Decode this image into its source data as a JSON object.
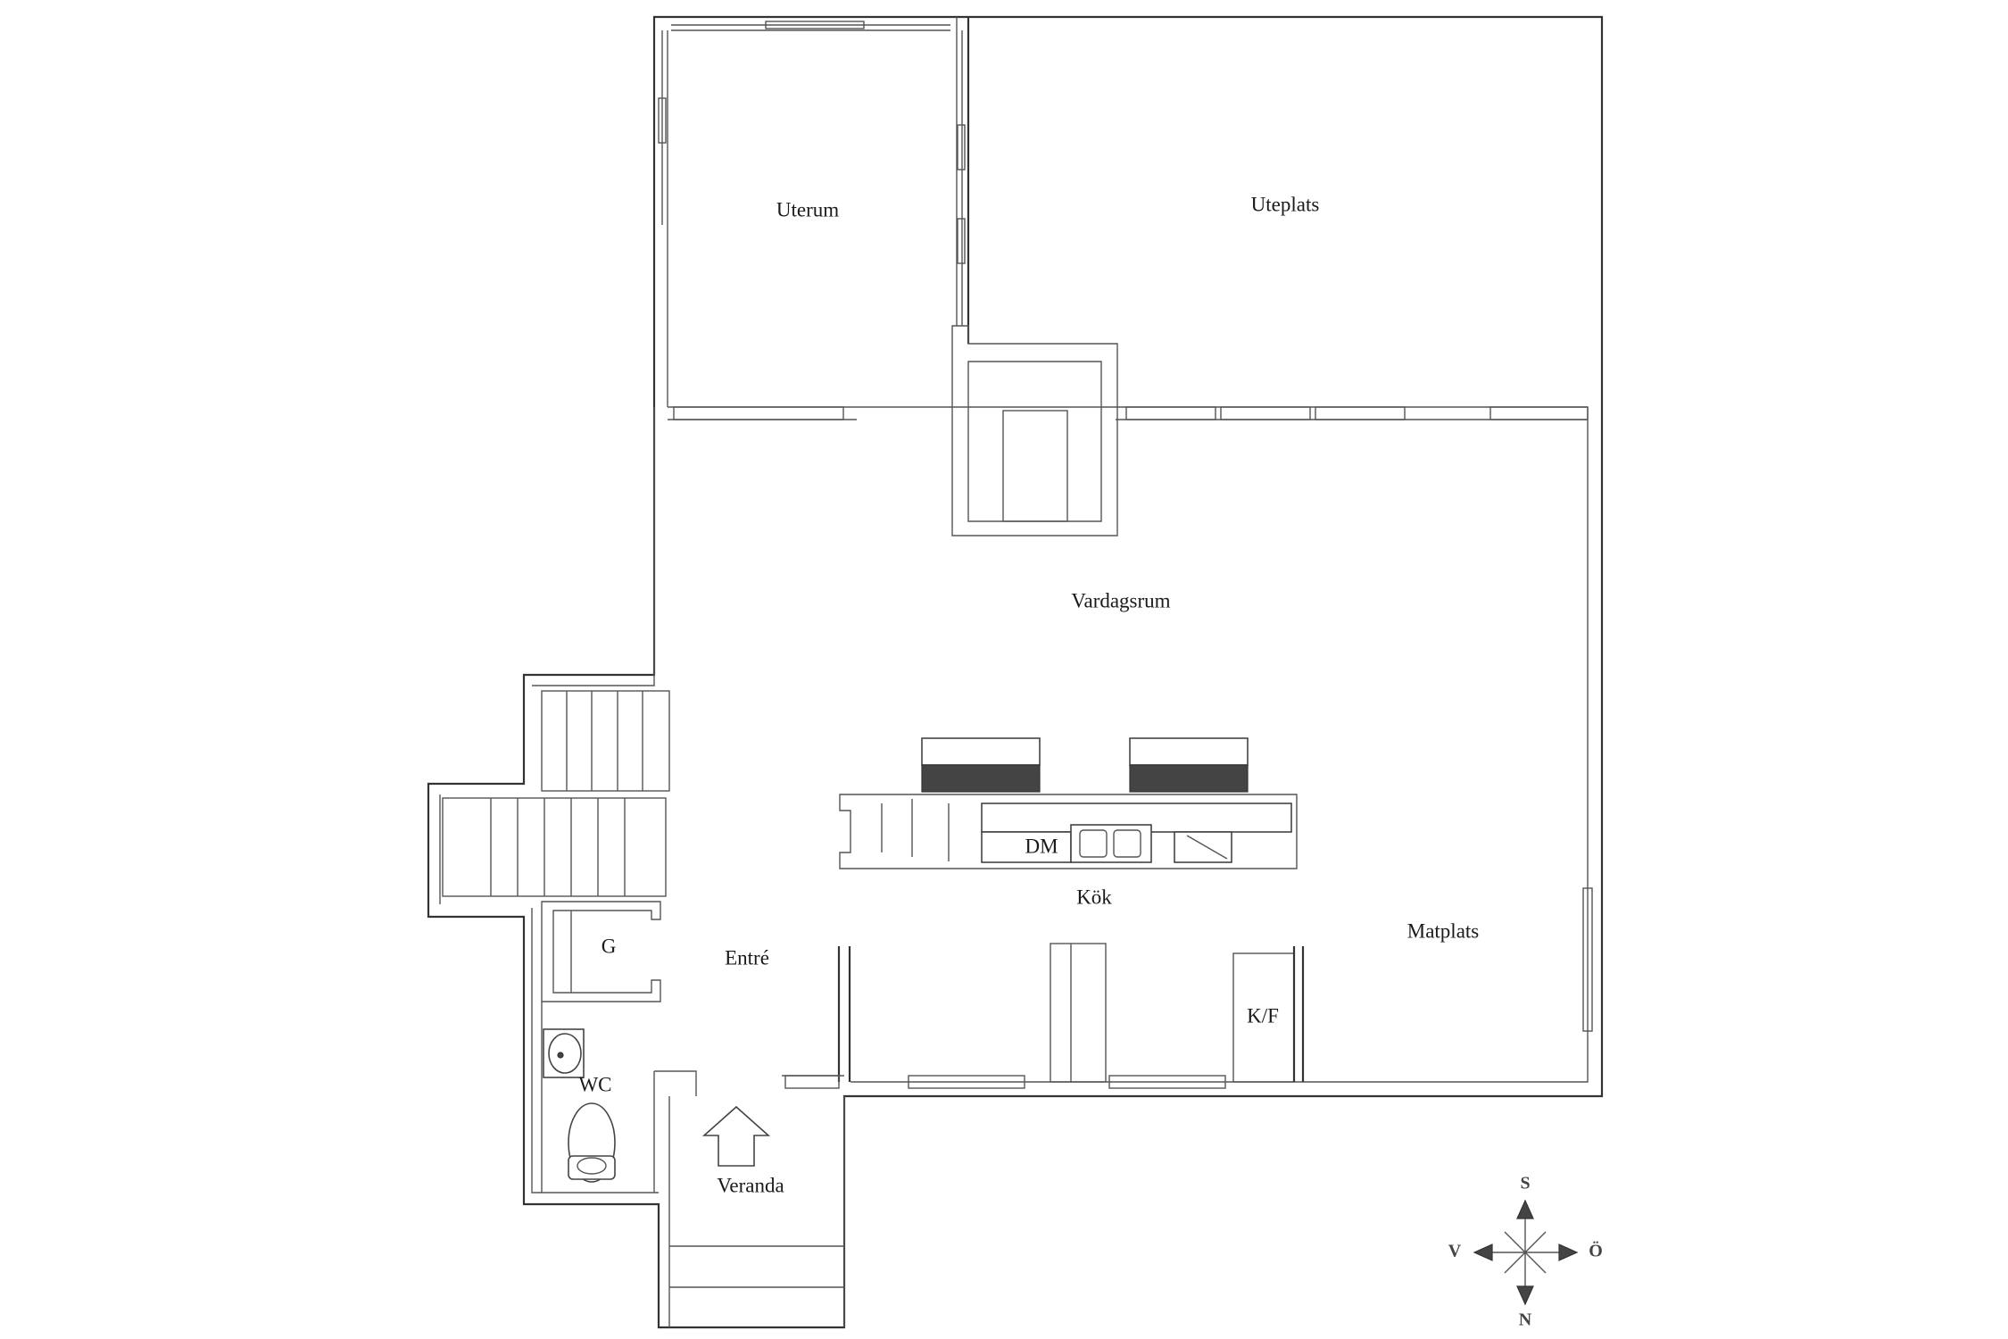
{
  "rooms": {
    "uterum": "Uterum",
    "uteplats": "Uteplats",
    "vardagsrum": "Vardagsrum",
    "kok": "Kök",
    "matplats": "Matplats",
    "entre": "Entré",
    "g": "G",
    "wc": "WC",
    "veranda": "Veranda",
    "dm": "DM",
    "kf": "K/F"
  },
  "compass": {
    "north": "N",
    "south": "S",
    "east": "Ö",
    "west": "V"
  }
}
